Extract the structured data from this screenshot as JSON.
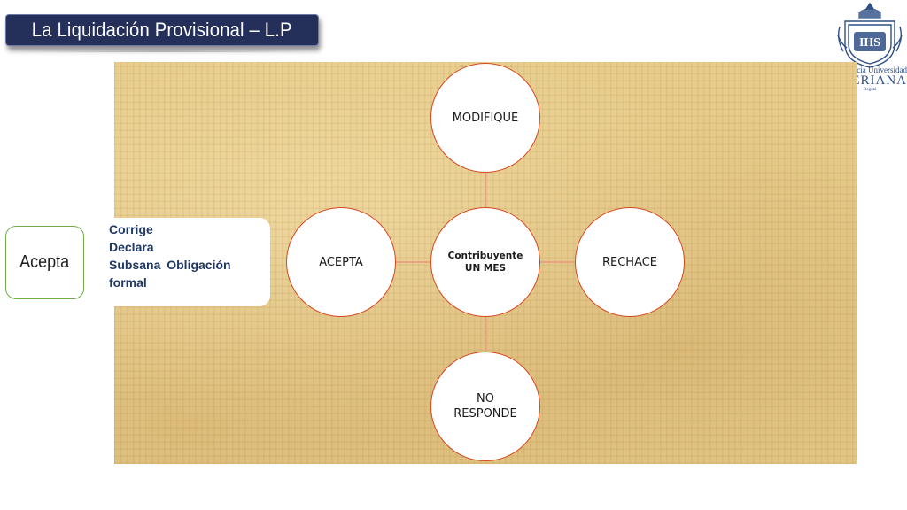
{
  "slide": {
    "title": "La Liquidación Provisional – L.P"
  },
  "logo": {
    "line1": "ficia Universidad",
    "line2": "VERIANA",
    "line3": "Bogotá",
    "seal_label": "IHS",
    "colors": {
      "primary": "#2f4f86"
    }
  },
  "side_panel": {
    "label": "Acepta",
    "items": [
      "Corrige",
      "Declara",
      "Subsana  Obligación formal"
    ]
  },
  "diagram": {
    "center": "Contribuyente UN MES",
    "nodes": {
      "top": "MODIFIQUE",
      "left": "ACEPTA",
      "right": "RECHACE",
      "bottom": "NO RESPONDE"
    },
    "colors": {
      "circle_border": "#d6481f",
      "connector": "#e8a380",
      "title_bar": "#24305a",
      "acepta_border": "#70ad47",
      "list_text": "#1f3864"
    }
  }
}
